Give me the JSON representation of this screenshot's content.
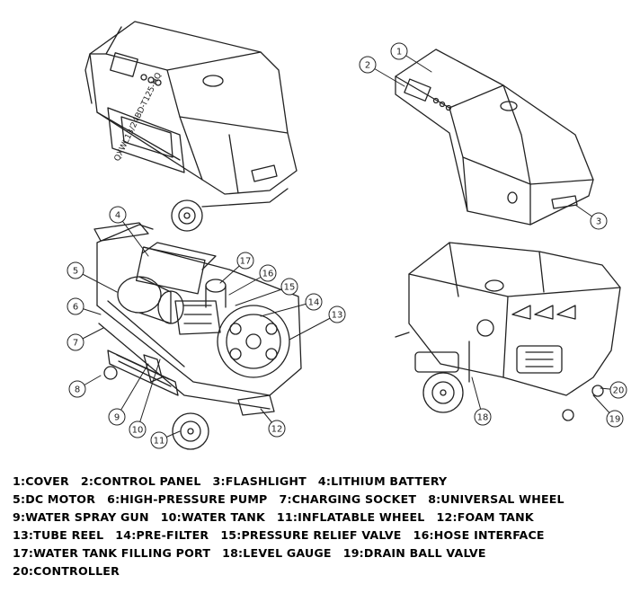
{
  "model_label": "QXWL13/24BD-T125-HQ",
  "callouts": [
    "1",
    "2",
    "3",
    "4",
    "5",
    "6",
    "7",
    "8",
    "9",
    "10",
    "11",
    "12",
    "13",
    "14",
    "15",
    "16",
    "17",
    "18",
    "19",
    "20"
  ],
  "legend_rows": [
    [
      "1:COVER",
      "2:CONTROL PANEL",
      "3:FLASHLIGHT",
      "4:LITHIUM BATTERY"
    ],
    [
      "5:DC MOTOR",
      "6:HIGH-PRESSURE PUMP",
      "7:CHARGING SOCKET",
      "8:UNIVERSAL WHEEL"
    ],
    [
      "9:WATER SPRAY GUN",
      "10:WATER TANK",
      "11:INFLATABLE WHEEL",
      "12:FOAM TANK"
    ],
    [
      "13:TUBE REEL",
      "14:PRE-FILTER",
      "15:PRESSURE RELIEF VALVE",
      "16:HOSE INTERFACE"
    ],
    [
      "17:WATER TANK FILLING PORT",
      "18:LEVEL GAUGE",
      "19:DRAIN BALL VALVE"
    ],
    [
      "20:CONTROLLER"
    ]
  ]
}
